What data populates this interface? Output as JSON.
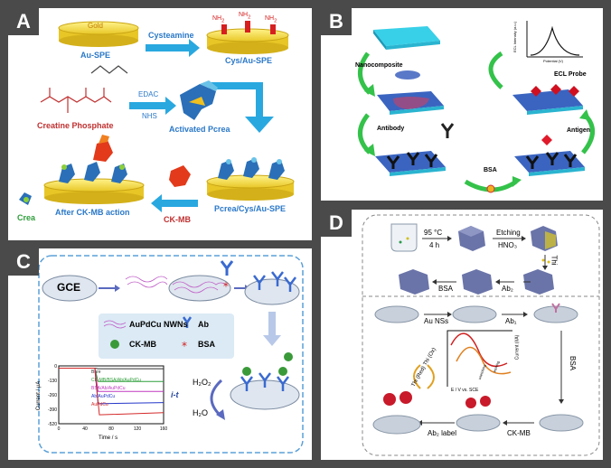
{
  "panels": {
    "a": {
      "label": "A",
      "gold": "Gold",
      "au_spe": "Au-SPE",
      "cysteamine": "Cysteamine",
      "nh2": "NH",
      "nh2_sub": "2",
      "cys_au_spe": "Cys/Au-SPE",
      "edac": "EDAC",
      "nhs": "NHS",
      "creatine_phosphate": "Creatine Phosphate",
      "activated_pcrea": "Activated Pcrea",
      "ck_mb": "CK-MB",
      "pcrea_cys_au_spe": "Pcrea/Cys/Au-SPE",
      "after_ckmb": "After CK-MB action",
      "crea": "Crea"
    },
    "b": {
      "label": "B",
      "nanocomposite": "Nanocomposite",
      "antibody": "Antibody",
      "bsa": "BSA",
      "antigen": "Antigen",
      "ecl_probe": "ECL Probe",
      "ecl_ylabel": "ECL Intensity (a.u.)",
      "ecl_xlabel": "Potential (V)"
    },
    "c": {
      "label": "C",
      "gce": "GCE",
      "legend_nwns": "AuPdCu NWNs",
      "legend_ab": "Ab",
      "legend_ckmb": "CK-MB",
      "legend_bsa": "BSA",
      "h2o2": "H₂O₂",
      "h2o": "H₂O",
      "i_t": "i-t"
    },
    "d": {
      "label": "D",
      "temp": "95 °C",
      "time": "4 h",
      "etching": "Etching",
      "hno3": "HNO₃",
      "thi": "Thi",
      "ab2": "Ab₂",
      "bsa": "BSA",
      "au_nss": "Au NSs",
      "ab1": "Ab₁",
      "ckmb": "CK-MB",
      "ab2_label": "Ab₂ label",
      "thi_ox": "Thi (Ox)",
      "thi_red": "Thi (Red)",
      "current": "Current (I/A)",
      "potential": "E / V vs. SCE",
      "etching_small": "etching",
      "unetching": "unetching"
    }
  },
  "chart_data": {
    "type": "line",
    "xlabel": "Time / s",
    "ylabel": "Current / μA",
    "xlim": [
      0,
      160
    ],
    "ylim": [
      -520,
      0
    ],
    "x_ticks": [
      0,
      40,
      80,
      120,
      160
    ],
    "y_ticks": [
      0,
      -130,
      -260,
      -390,
      -520
    ],
    "series": [
      {
        "name": "Bare",
        "color": "#333333",
        "x": [
          0,
          55,
          60,
          160
        ],
        "y": [
          -20,
          -20,
          -25,
          -25
        ]
      },
      {
        "name": "CK-MB/BSA/Ab/AuPdCu",
        "color": "#2e9e3a",
        "x": [
          0,
          55,
          60,
          160
        ],
        "y": [
          -20,
          -20,
          -140,
          -140
        ]
      },
      {
        "name": "BSA/Ab/AuPdCu",
        "color": "#c03ac0",
        "x": [
          0,
          55,
          60,
          160
        ],
        "y": [
          -20,
          -20,
          -230,
          -230
        ]
      },
      {
        "name": "Ab/AuPdCu",
        "color": "#2437c8",
        "x": [
          0,
          55,
          60,
          160
        ],
        "y": [
          -20,
          -20,
          -340,
          -330
        ]
      },
      {
        "name": "AuPdCu",
        "color": "#d42a2a",
        "x": [
          0,
          55,
          62,
          160
        ],
        "y": [
          -20,
          -20,
          -440,
          -420
        ]
      }
    ]
  }
}
